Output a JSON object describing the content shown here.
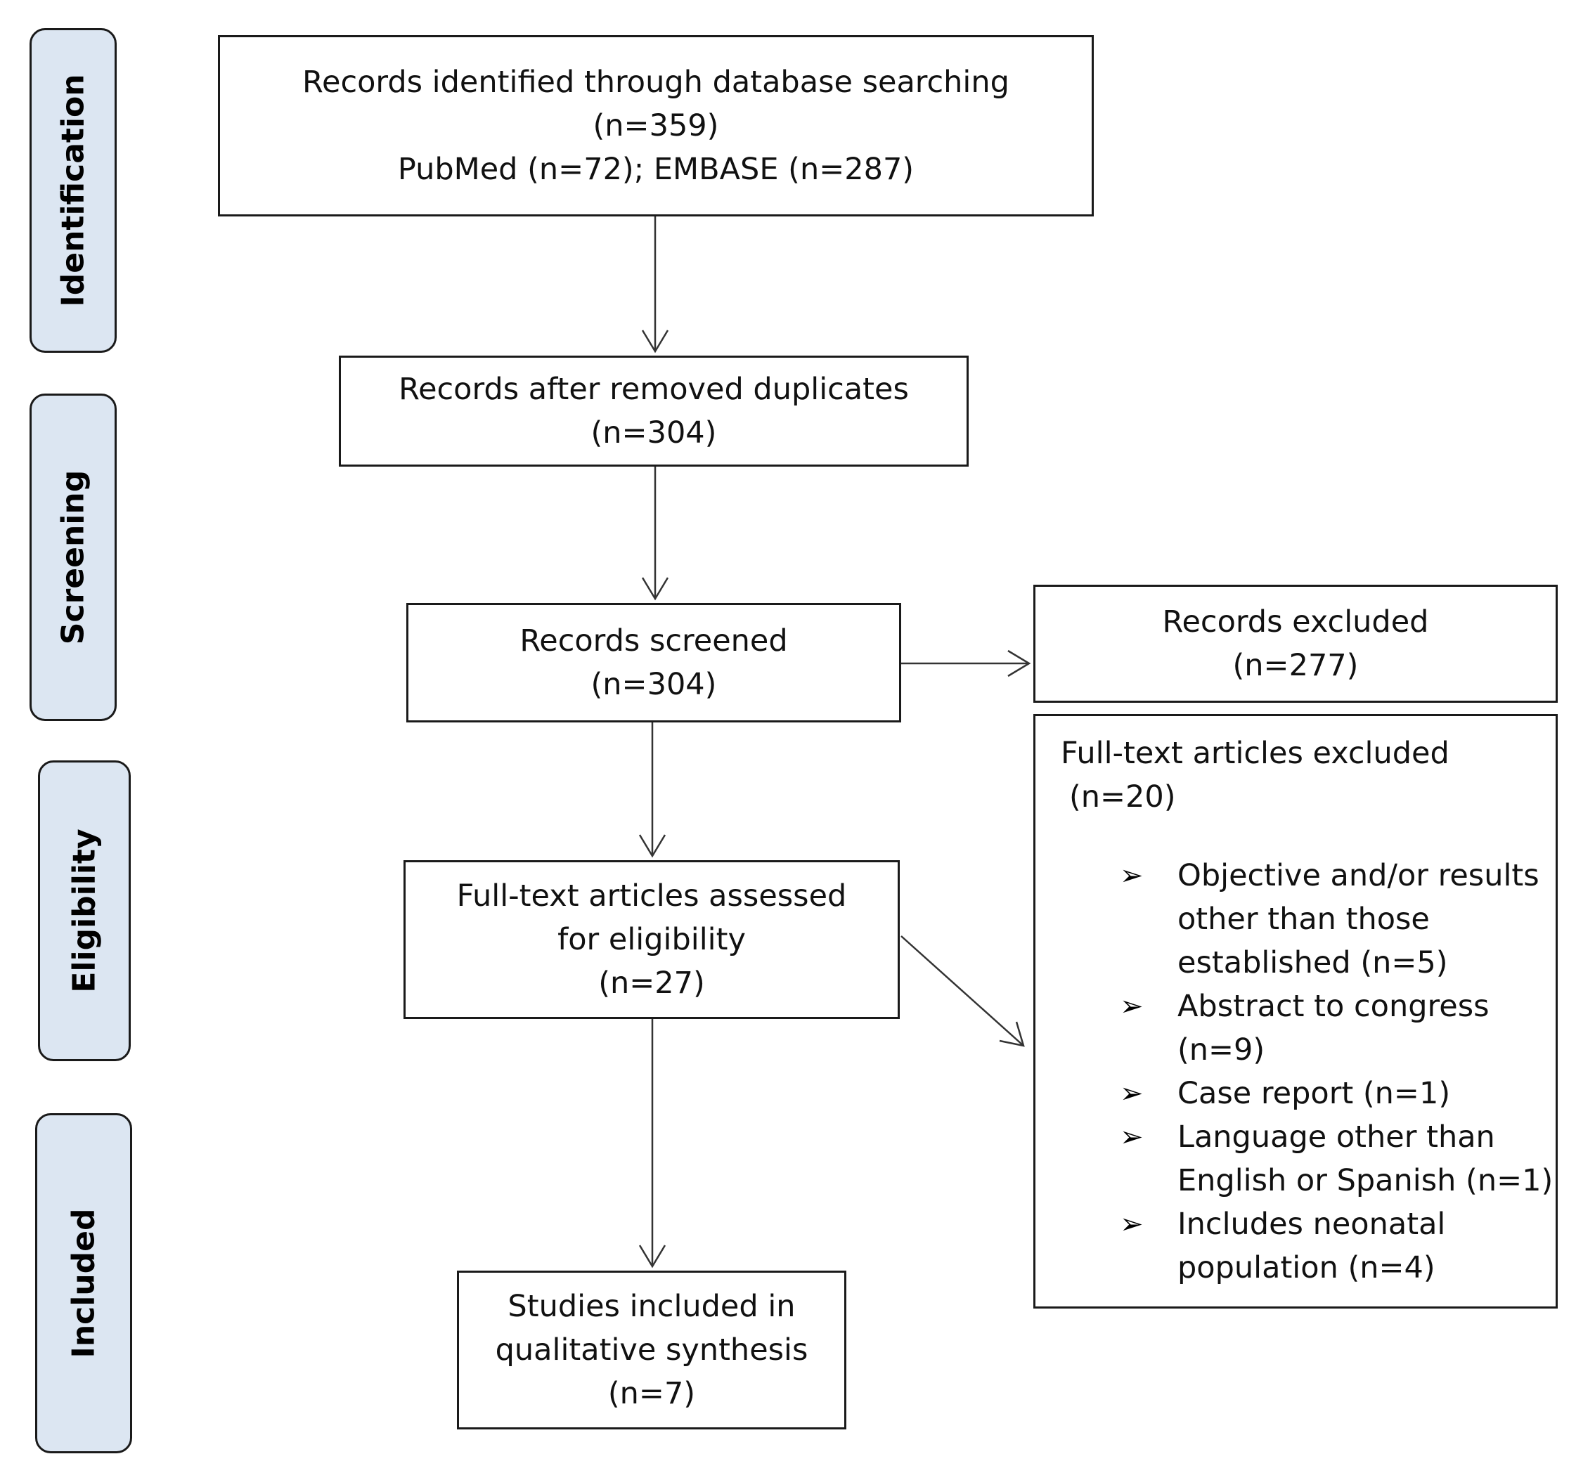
{
  "stages": [
    {
      "id": "identification",
      "label": "Identification"
    },
    {
      "id": "screening",
      "label": "Screening"
    },
    {
      "id": "eligibility",
      "label": "Eligibility"
    },
    {
      "id": "included",
      "label": "Included"
    }
  ],
  "boxes": {
    "identified": {
      "lines": [
        "Records identified through database searching",
        "(n=359)",
        "PubMed (n=72); EMBASE (n=287)"
      ]
    },
    "after_duplicates": {
      "lines": [
        "Records after removed duplicates",
        "(n=304)"
      ]
    },
    "screened": {
      "lines": [
        "Records screened",
        "(n=304)"
      ]
    },
    "records_excluded": {
      "lines": [
        "Records excluded",
        "(n=277)"
      ]
    },
    "full_text_assessed": {
      "lines": [
        "Full-text articles assessed",
        "for eligibility",
        "(n=27)"
      ]
    },
    "included_studies": {
      "lines": [
        "Studies included in",
        "qualitative synthesis",
        "(n=7)"
      ]
    },
    "full_text_excluded": {
      "title": "Full-text articles excluded",
      "count": "(n=20)",
      "reasons": [
        {
          "lines": [
            "Objective and/or results",
            "other than those",
            "established (n=5)"
          ]
        },
        {
          "lines": [
            "Abstract to congress",
            "(n=9)"
          ]
        },
        {
          "lines": [
            "Case report (n=1)"
          ]
        },
        {
          "lines": [
            "Language other than",
            "English or Spanish (n=1)"
          ]
        },
        {
          "lines": [
            "Includes neonatal",
            "population (n=4)"
          ]
        }
      ]
    }
  }
}
